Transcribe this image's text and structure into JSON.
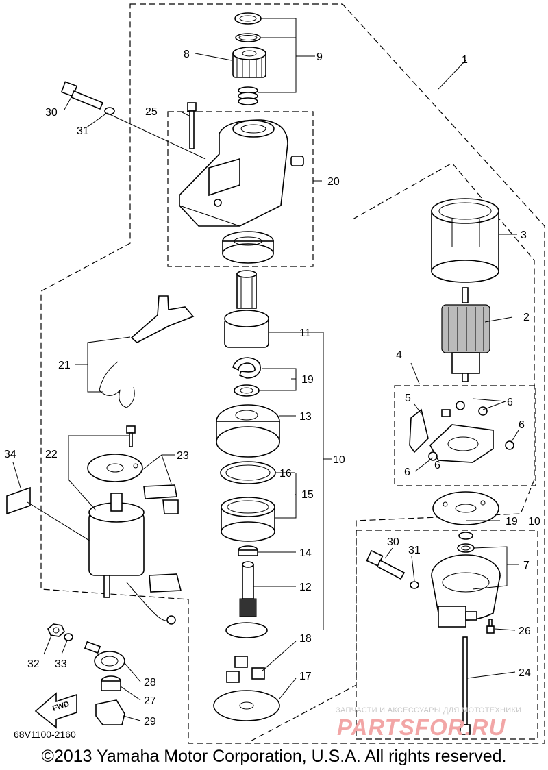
{
  "callouts": [
    "1",
    "2",
    "3",
    "4",
    "5",
    "6",
    "6",
    "6",
    "6",
    "7",
    "8",
    "9",
    "10",
    "10",
    "11",
    "12",
    "13",
    "14",
    "15",
    "16",
    "17",
    "18",
    "19",
    "19",
    "20",
    "21",
    "22",
    "23",
    "24",
    "25",
    "26",
    "27",
    "28",
    "29",
    "30",
    "30",
    "31",
    "31",
    "32",
    "33",
    "34"
  ],
  "fwd_label": "FWD",
  "drawing_code": "68V1100-2160",
  "copyright": "©2013 Yamaha Motor Corporation, U.S.A. All rights reserved.",
  "watermark_ru": "ЗАПЧАСТИ И АКСЕССУАРЫ ДЛЯ МОТОТЕХНИКИ",
  "watermark_brand": "PARTSFOR.RU"
}
